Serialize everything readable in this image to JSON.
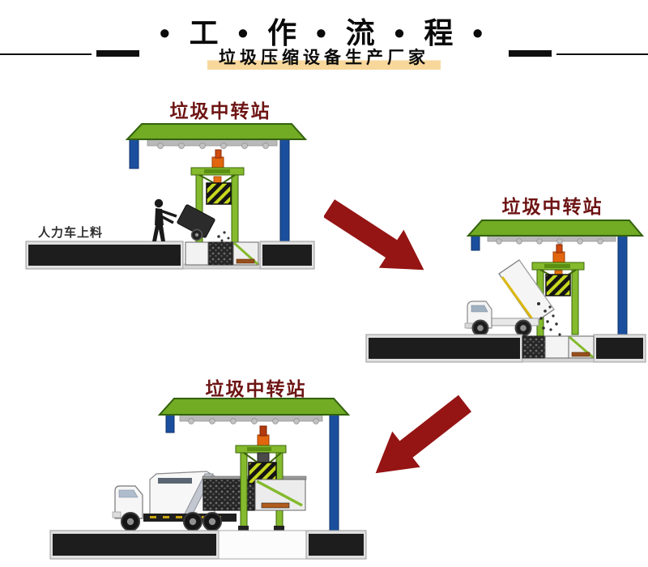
{
  "header": {
    "title": "• 工 • 作 • 流 • 程 •",
    "subtitle": "垃圾压缩设备生产厂家"
  },
  "scenes": [
    {
      "label": "垃圾中转站",
      "caption": "人力车上料"
    },
    {
      "label": "垃圾中转站"
    },
    {
      "label": "垃圾中转站"
    }
  ],
  "icons": [
    {
      "name": "arrow-down-right-icon"
    },
    {
      "name": "arrow-down-left-icon"
    }
  ],
  "colors": {
    "subtitle_highlight": "#f8d79b",
    "scene_label": "#6e1414",
    "arrow_red": "#951414",
    "roof_green": "#72ab24",
    "machine_green": "#84ba2c",
    "post_blue": "#1b4f9e",
    "cylinder_orange": "#e2660f",
    "hazard_yellow_green": "#c8d81e",
    "ground_dark": "#1d1d1d"
  }
}
